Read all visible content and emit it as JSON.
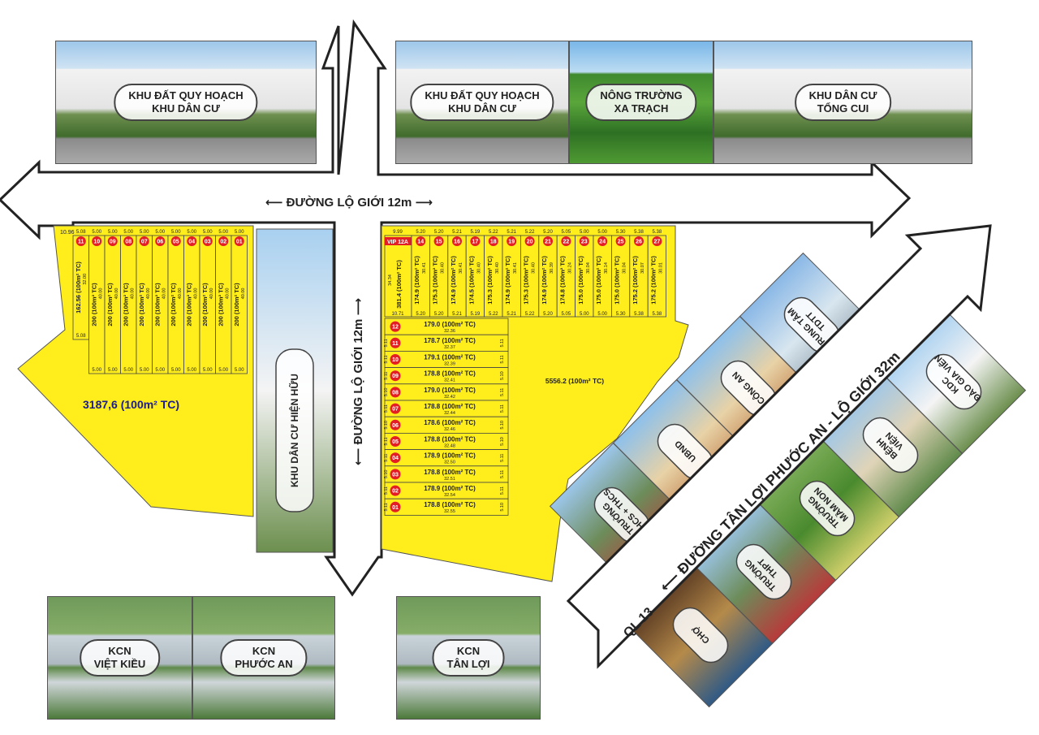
{
  "colors": {
    "plot": "#ffed1c",
    "accent": "#e31e24",
    "road": "#ffffff",
    "outline": "#222222",
    "label": "#1b1d8f"
  },
  "top_panels": [
    {
      "id": "tl",
      "line1": "KHU ĐẤT QUY HOẠCH",
      "line2": "KHU DÂN CƯ",
      "theme": "villa"
    },
    {
      "id": "t1",
      "line1": "KHU ĐẤT QUY HOẠCH",
      "line2": "KHU DÂN CƯ",
      "theme": "villa"
    },
    {
      "id": "t2",
      "line1": "NÔNG TRƯỜNG",
      "line2": "XA TRẠCH",
      "theme": "field"
    },
    {
      "id": "t3",
      "line1": "KHU DÂN CƯ",
      "line2": "TỔNG CUI",
      "theme": "villa"
    }
  ],
  "bottom_panels": [
    {
      "id": "b1",
      "line1": "KCN",
      "line2": "VIỆT KIỀU",
      "theme": "factory"
    },
    {
      "id": "b2",
      "line1": "KCN",
      "line2": "PHƯỚC AN",
      "theme": "factory"
    },
    {
      "id": "b3",
      "line1": "KCN",
      "line2": "TÂN LỢI",
      "theme": "factory"
    }
  ],
  "roads": {
    "horizontal": "ĐƯỜNG LỘ GIỚI 12m",
    "vertical": "ĐƯỜNG LỘ GIỚI 12m",
    "diagonal": "ĐƯỜNG TÂN LỢI PHƯỚC AN - LỘ GIỚI 32m",
    "ql": "QL 13"
  },
  "left_block": {
    "area": "3187,6 (100m² TC)",
    "corner_dim": "10.96",
    "lots": [
      {
        "num": "11",
        "area": "162.56 (100m² TC)",
        "depth": "32.00",
        "top": "5.08",
        "bottom": "5.08"
      },
      {
        "num": "10",
        "area": "200 (100m² TC)",
        "depth": "40.00",
        "top": "5.00",
        "bottom": "5.00"
      },
      {
        "num": "09",
        "area": "200 (100m² TC)",
        "depth": "40.00",
        "top": "5.00",
        "bottom": "5.00"
      },
      {
        "num": "08",
        "area": "200 (100m² TC)",
        "depth": "40.00",
        "top": "5.00",
        "bottom": "5.00"
      },
      {
        "num": "07",
        "area": "200 (100m² TC)",
        "depth": "40.00",
        "top": "5.00",
        "bottom": "5.00"
      },
      {
        "num": "06",
        "area": "200 (100m² TC)",
        "depth": "40.00",
        "top": "5.00",
        "bottom": "5.00"
      },
      {
        "num": "05",
        "area": "200 (100m² TC)",
        "depth": "40.00",
        "top": "5.00",
        "bottom": "5.00"
      },
      {
        "num": "04",
        "area": "200 (100m² TC)",
        "depth": "40.00",
        "top": "5.00",
        "bottom": "5.00"
      },
      {
        "num": "03",
        "area": "200 (100m² TC)",
        "depth": "40.00",
        "top": "5.00",
        "bottom": "5.00"
      },
      {
        "num": "02",
        "area": "200 (100m² TC)",
        "depth": "40.00",
        "top": "5.00",
        "bottom": "5.00"
      },
      {
        "num": "01",
        "area": "200 (100m² TC)",
        "depth": "40.00",
        "top": "5.00",
        "bottom": "5.00"
      }
    ]
  },
  "existing_residential": "KHU DÂN CƯ HIỆN HỮU",
  "right_top": {
    "vip": {
      "label": "VIP 12A",
      "area": "381.4 (100m² TC)",
      "top": "9.99",
      "bottom": "10.71",
      "side": "34.34"
    },
    "lots": [
      {
        "num": "14",
        "area": "174.9 (100m² TC)",
        "depth": "30.41",
        "top": "5.20",
        "bottom": "5.20"
      },
      {
        "num": "15",
        "area": "175.3 (100m² TC)",
        "depth": "30.40",
        "top": "5.20",
        "bottom": "5.20"
      },
      {
        "num": "16",
        "area": "174.9 (100m² TC)",
        "depth": "30.41",
        "top": "5.21",
        "bottom": "5.21"
      },
      {
        "num": "17",
        "area": "174.5 (100m² TC)",
        "depth": "30.40",
        "top": "5.19",
        "bottom": "5.19"
      },
      {
        "num": "18",
        "area": "175.3 (100m² TC)",
        "depth": "30.40",
        "top": "5.22",
        "bottom": "5.22"
      },
      {
        "num": "19",
        "area": "174.9 (100m² TC)",
        "depth": "30.41",
        "top": "5.21",
        "bottom": "5.21"
      },
      {
        "num": "20",
        "area": "175.3 (100m² TC)",
        "depth": "30.40",
        "top": "5.22",
        "bottom": "5.22"
      },
      {
        "num": "21",
        "area": "174.9 (100m² TC)",
        "depth": "30.39",
        "top": "5.20",
        "bottom": "5.20"
      },
      {
        "num": "22",
        "area": "174.8 (100m² TC)",
        "depth": "30.24",
        "top": "5.05",
        "bottom": "5.05"
      },
      {
        "num": "23",
        "area": "175.0 (100m² TC)",
        "depth": "30.04",
        "top": "5.00",
        "bottom": "5.00"
      },
      {
        "num": "24",
        "area": "175.0 (100m² TC)",
        "depth": "30.14",
        "top": "5.00",
        "bottom": "5.00"
      },
      {
        "num": "25",
        "area": "175.0 (100m² TC)",
        "depth": "30.04",
        "top": "5.30",
        "bottom": "5.30"
      },
      {
        "num": "26",
        "area": "175.2 (100m² TC)",
        "depth": "30.07",
        "top": "5.38",
        "bottom": "5.38"
      },
      {
        "num": "27",
        "area": "175.2 (100m² TC)",
        "depth": "30.01",
        "top": "5.38",
        "bottom": "5.38"
      }
    ]
  },
  "right_side": {
    "area": "5556.2 (100m² TC)",
    "lots": [
      {
        "num": "12",
        "area": "179.0 (100m² TC)",
        "depth": "32.36",
        "left": "",
        "right": ""
      },
      {
        "num": "11",
        "area": "178.7 (100m² TC)",
        "depth": "32.37",
        "left": "5.11",
        "right": "5.11"
      },
      {
        "num": "10",
        "area": "179.1 (100m² TC)",
        "depth": "32.39",
        "left": "5.11",
        "right": "5.11"
      },
      {
        "num": "09",
        "area": "178.8 (100m² TC)",
        "depth": "32.41",
        "left": "5.11",
        "right": "5.10"
      },
      {
        "num": "08",
        "area": "179.0 (100m² TC)",
        "depth": "32.42",
        "left": "5.10",
        "right": "5.11"
      },
      {
        "num": "07",
        "area": "178.8 (100m² TC)",
        "depth": "32.44",
        "left": "5.11",
        "right": "5.11"
      },
      {
        "num": "06",
        "area": "178.6 (100m² TC)",
        "depth": "32.46",
        "left": "5.10",
        "right": "5.10"
      },
      {
        "num": "05",
        "area": "178.8 (100m² TC)",
        "depth": "32.48",
        "left": "5.11",
        "right": "5.10"
      },
      {
        "num": "04",
        "area": "178.9 (100m² TC)",
        "depth": "32.50",
        "left": "5.11",
        "right": "5.11"
      },
      {
        "num": "03",
        "area": "178.8 (100m² TC)",
        "depth": "32.51",
        "left": "5.10",
        "right": "5.11"
      },
      {
        "num": "02",
        "area": "178.9 (100m² TC)",
        "depth": "32.54",
        "left": "5.11",
        "right": "5.11"
      },
      {
        "num": "01",
        "area": "178.8 (100m² TC)",
        "depth": "32.55",
        "left": "5.11",
        "right": "5.10"
      }
    ]
  },
  "upper_amenities": [
    {
      "label": "TRUNG TÂM\nTDTT",
      "theme": "stadium"
    },
    {
      "label": "CÔNG AN",
      "theme": "office"
    },
    {
      "label": "UBND",
      "theme": "office"
    },
    {
      "label": "TRƯỜNG\nTHCS + THCS",
      "theme": "school"
    }
  ],
  "lower_amenities": [
    {
      "label": "KDC\nĐÀO GIA VIÊN",
      "theme": "villa"
    },
    {
      "label": "BỆNH\nVIỆN",
      "theme": "hospital"
    },
    {
      "label": "TRƯỜNG\nMẦM NON",
      "theme": "park"
    },
    {
      "label": "TRƯỜNG\nTHPT",
      "theme": "school"
    },
    {
      "label": "CHỢ",
      "theme": "market"
    }
  ]
}
